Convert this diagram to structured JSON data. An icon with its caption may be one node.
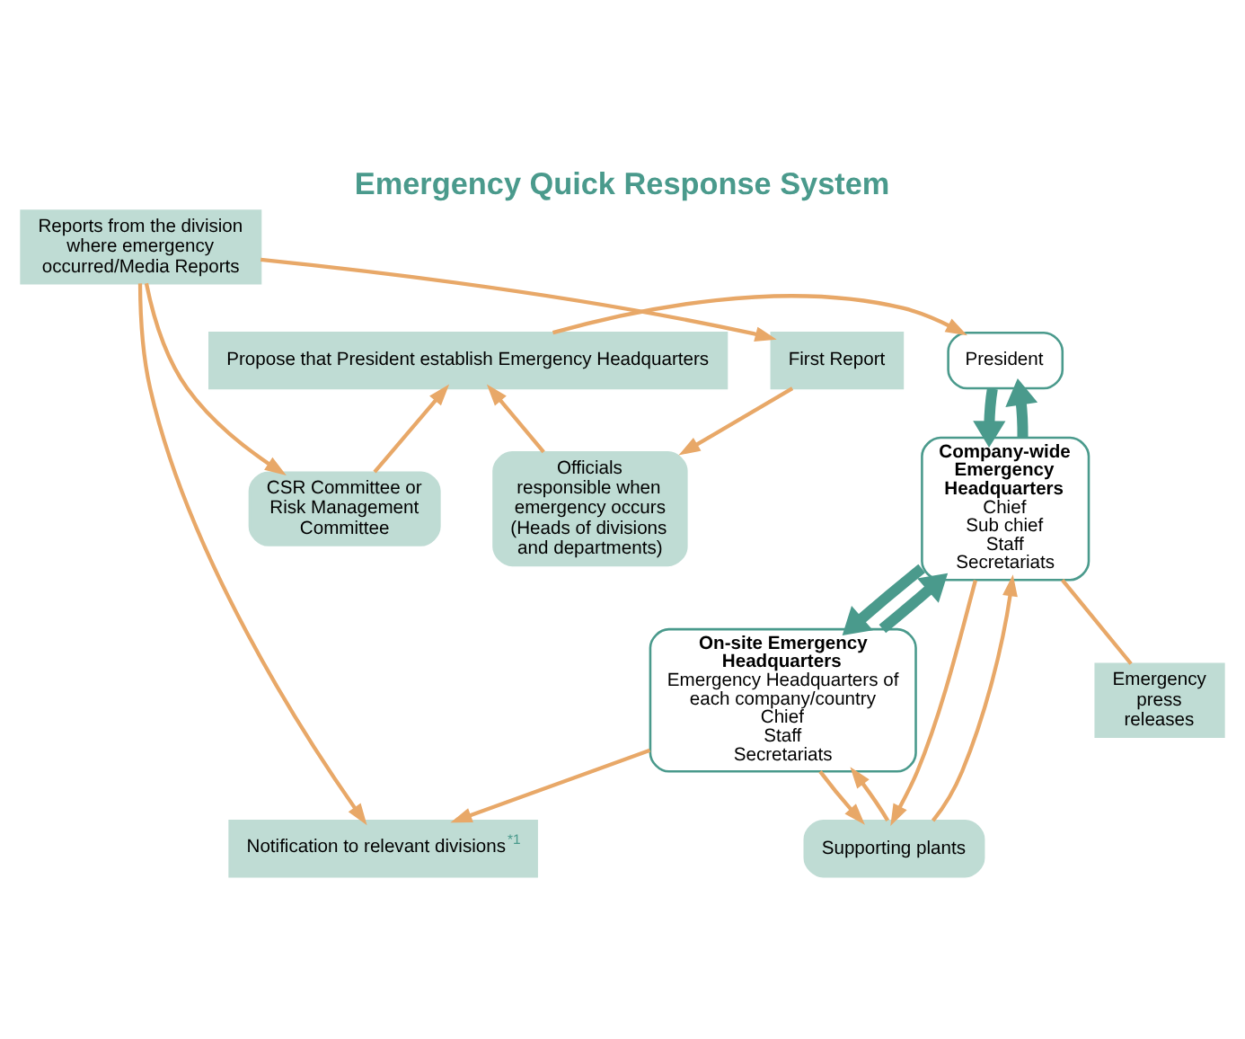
{
  "diagram": {
    "title": "Emergency Quick Response System",
    "nodes": [
      {
        "text": [
          "President"
        ]
      },
      {
        "text": [
          "Propose that President establish Emergency Headquarters"
        ]
      },
      {
        "text": [
          "Company-wide Emergency Headquarters",
          "Chief",
          "Sub chief",
          "Staff",
          "Secretariats"
        ]
      },
      {
        "text": [
          "Emergency press releases"
        ]
      },
      {
        "text": [
          "CSR Committee or Risk Management Committee"
        ]
      },
      {
        "text": [
          "Officials responsible when emergency occurs (Heads of divisions and departments)"
        ]
      },
      {
        "text": [
          "First Report"
        ]
      },
      {
        "text": [
          "On-site Emergency Headquarters",
          "Emergency Headquarters of each company/country",
          "Chief",
          "Staff",
          "Secretariats"
        ]
      },
      {
        "text": [
          "Supporting plants"
        ]
      },
      {
        "text": [
          "Reports from the division where emergency occurred/Media Reports"
        ]
      },
      {
        "text": [
          "Notification to relevant divisions$^{*1}$"
        ]
      }
    ],
    "edges": [
      {
        "from": 1,
        "to": 0,
        "arrow": "to"
      },
      {
        "from": 0,
        "to": 2,
        "arrow": "to",
        "style": "thick",
        "color": "#4a9a8c"
      },
      {
        "from": 2,
        "to": 0,
        "arrow": "to",
        "style": "thick",
        "color": "#4a9a8c"
      },
      {
        "from": 2,
        "to": 3,
        "arrow": "none"
      },
      {
        "from": 4,
        "to": 1,
        "arrow": "to"
      },
      {
        "from": 5,
        "to": 1,
        "arrow": "to"
      },
      {
        "from": 9,
        "to": 4,
        "arrow": "to"
      },
      {
        "from": 6,
        "to": 5,
        "arrow": "to"
      },
      {
        "from": 9,
        "to": 6,
        "arrow": "to"
      },
      {
        "from": 7,
        "to": 2,
        "arrow": "to",
        "style": "thick",
        "color": "#4a9a8c"
      },
      {
        "from": 2,
        "to": 7,
        "arrow": "to",
        "style": "thick",
        "color": "#4a9a8c"
      },
      {
        "from": 2,
        "to": 8,
        "arrow": "to"
      },
      {
        "from": 8,
        "to": 2,
        "arrow": "to"
      },
      {
        "from": 7,
        "to": 8,
        "arrow": "to"
      },
      {
        "from": 8,
        "to": 7,
        "arrow": "to"
      },
      {
        "from": 9,
        "to": 10,
        "arrow": "to"
      },
      {
        "from": 7,
        "to": 10,
        "arrow": "to"
      }
    ]
  }
}
